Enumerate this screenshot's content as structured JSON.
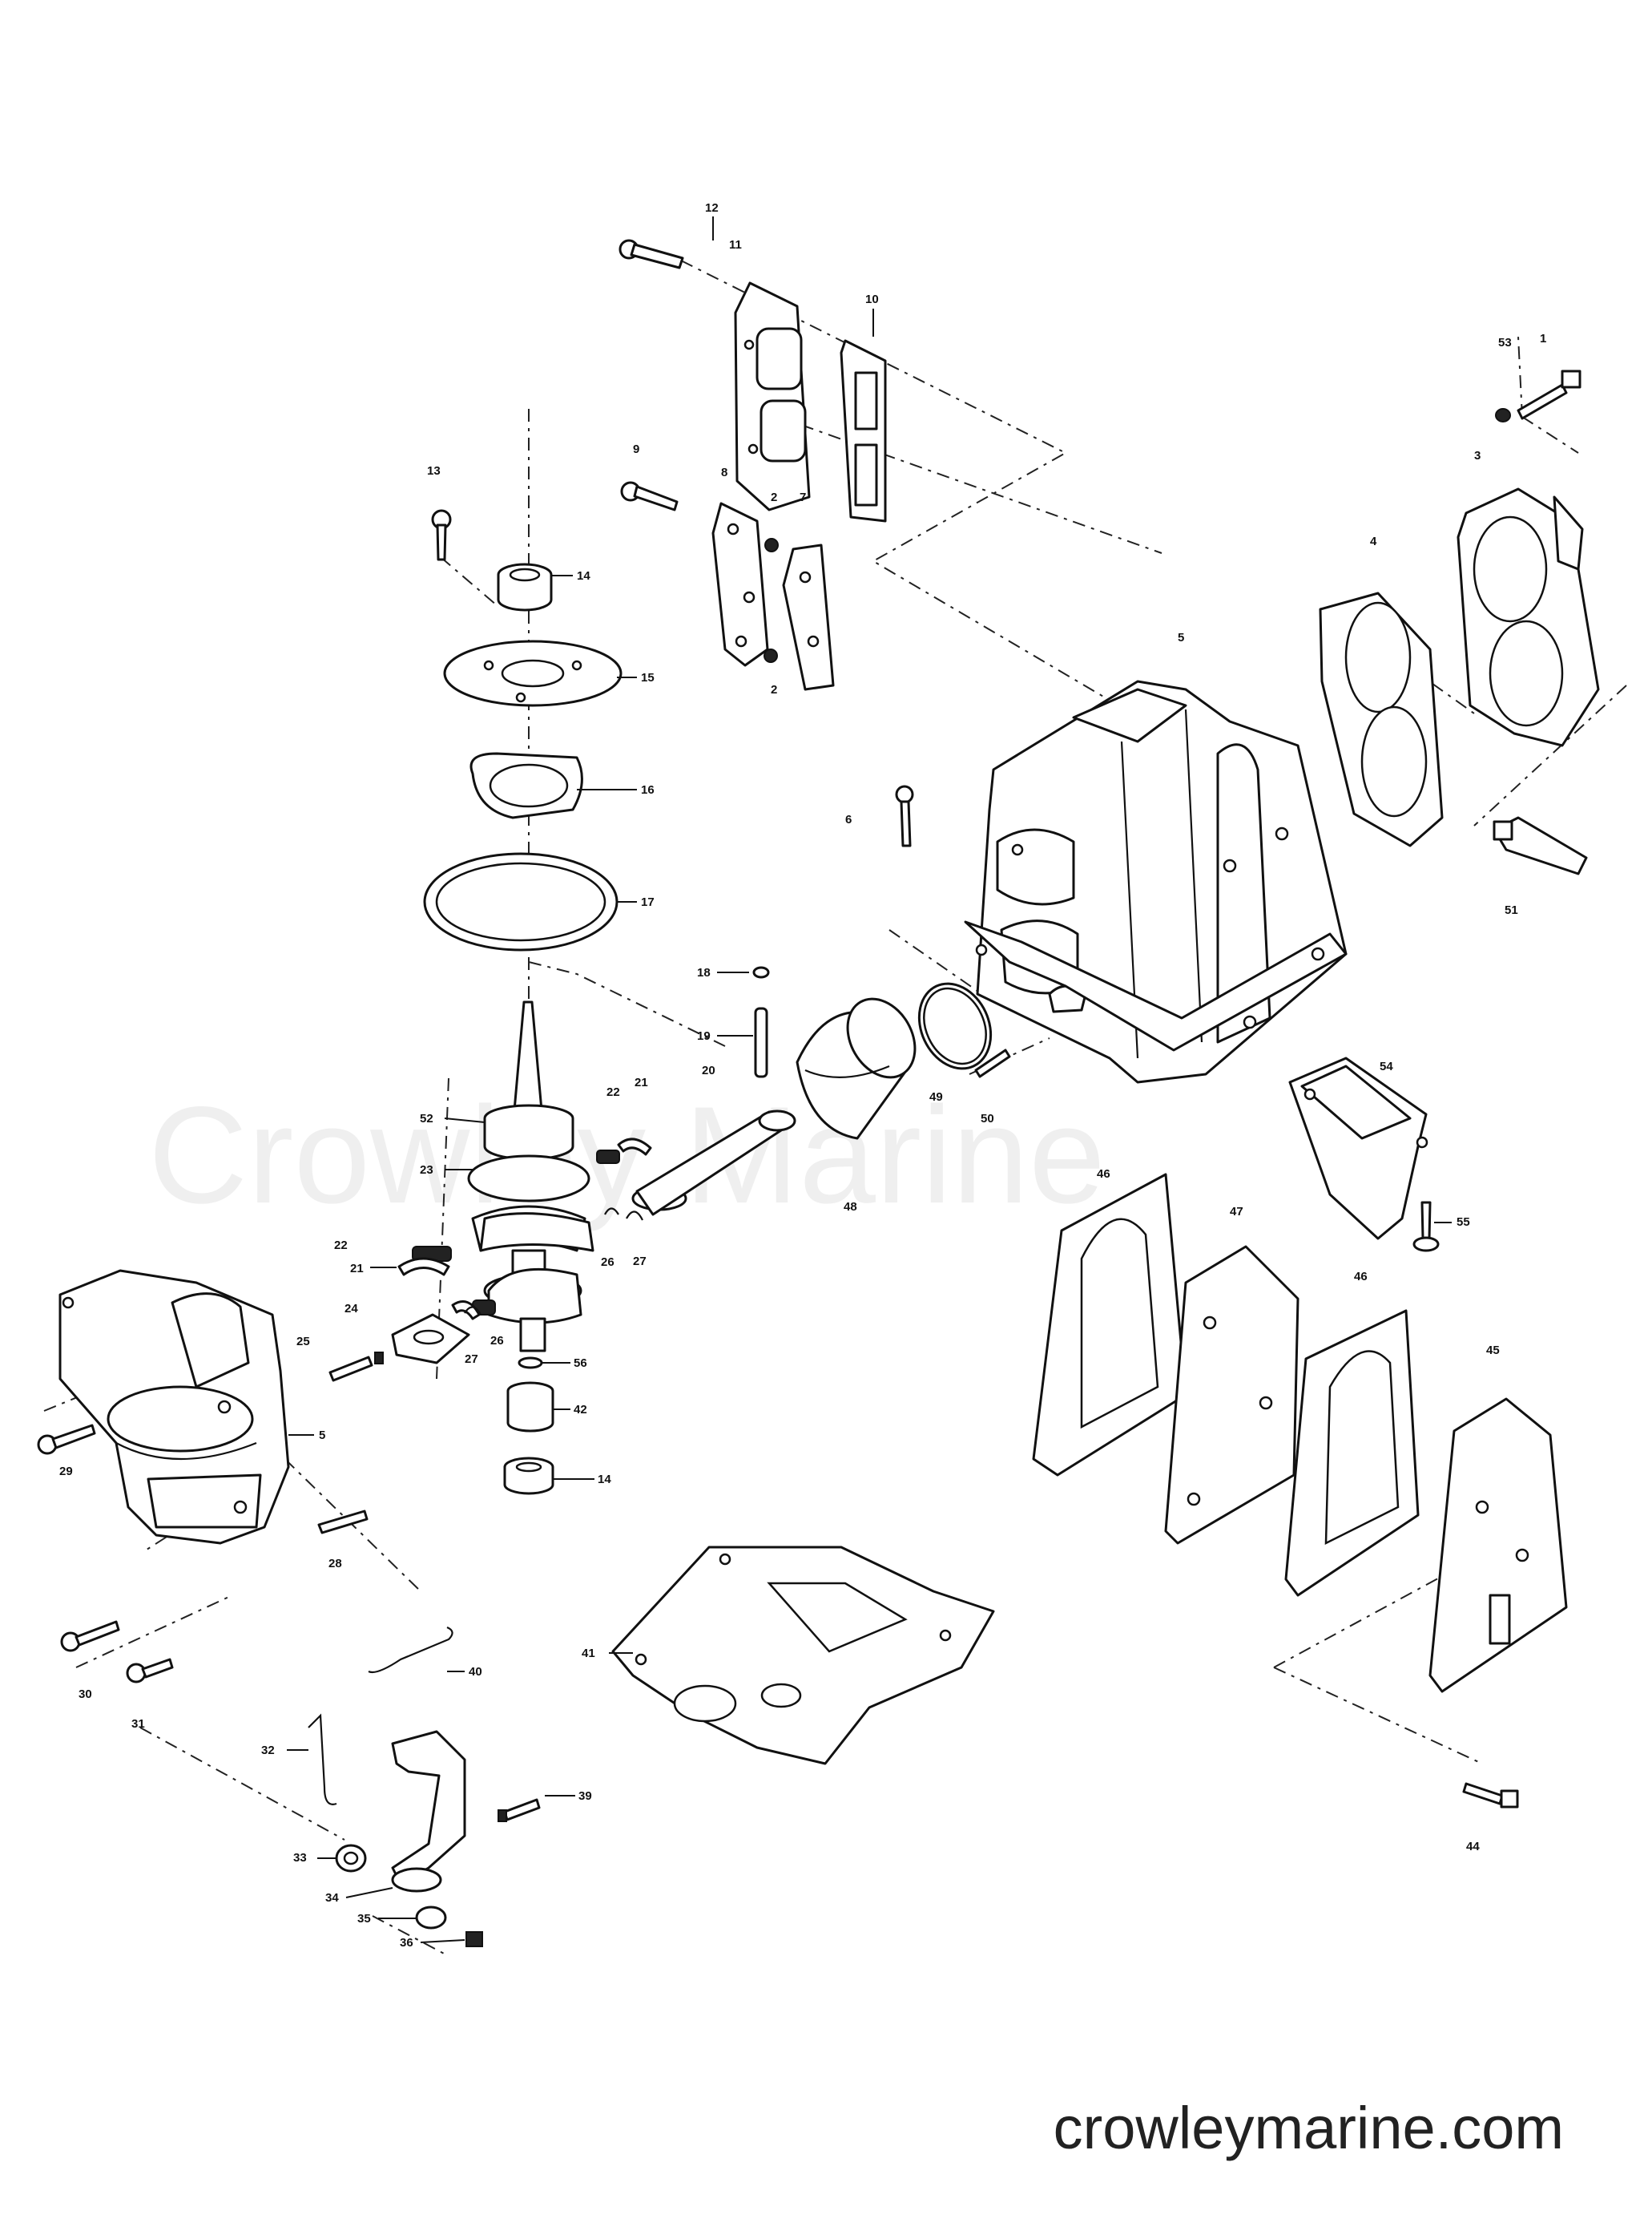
{
  "watermark": "Crowley Marine",
  "site_url": "crowleymarine.com",
  "callouts": [
    "1",
    "2",
    "2",
    "3",
    "4",
    "5",
    "5",
    "6",
    "7",
    "8",
    "9",
    "10",
    "11",
    "12",
    "13",
    "14",
    "14",
    "15",
    "16",
    "17",
    "18",
    "19",
    "20",
    "21",
    "21",
    "22",
    "22",
    "23",
    "24",
    "25",
    "26",
    "26",
    "27",
    "27",
    "28",
    "29",
    "30",
    "31",
    "32",
    "33",
    "34",
    "35",
    "36",
    "39",
    "40",
    "41",
    "42",
    "44",
    "45",
    "46",
    "46",
    "47",
    "48",
    "49",
    "50",
    "51",
    "52",
    "53",
    "54",
    "55",
    "56"
  ]
}
